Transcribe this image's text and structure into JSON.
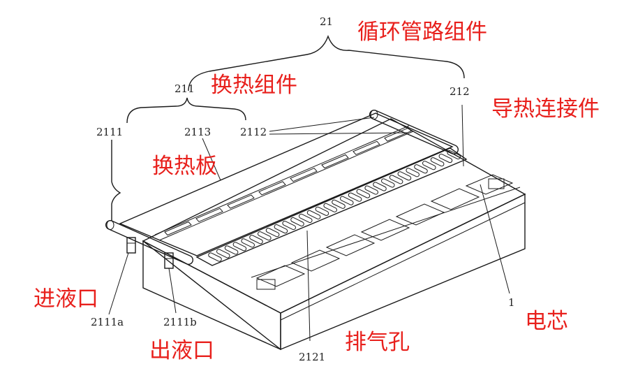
{
  "accent_color": "#e8201c",
  "line_color": "#1a1a1a",
  "labels": {
    "cn_circulation": "循环管路组件",
    "cn_heat_exchange": "换热组件",
    "cn_conductive": "导热连接件",
    "cn_plate": "换热板",
    "cn_inlet": "进液口",
    "cn_outlet": "出液口",
    "cn_vent": "排气孔",
    "cn_cell": "电芯",
    "n21": "21",
    "n211": "211",
    "n212": "212",
    "n2111": "2111",
    "n2113": "2113",
    "n2112": "2112",
    "n2111a": "2111a",
    "n2111b": "2111b",
    "n2121": "2121",
    "n1": "1"
  }
}
